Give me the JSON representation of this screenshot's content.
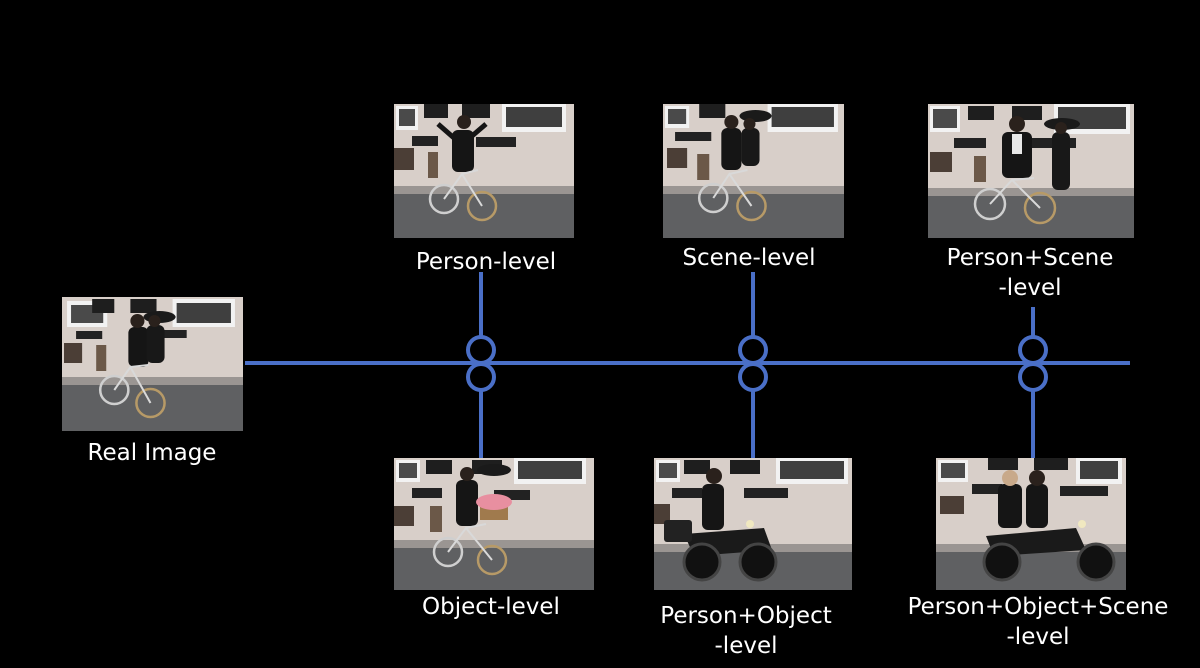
{
  "colors": {
    "background": "#000000",
    "connector": "#4a6fc7",
    "label": "#ffffff"
  },
  "nodes": {
    "real": {
      "label": "Real Image",
      "label2": "",
      "image": "bicycle-two-people-umbrella"
    },
    "person": {
      "label": "Person-level",
      "label2": "",
      "image": "bicycle-one-person-waving"
    },
    "scene": {
      "label": "Scene-level",
      "label2": "",
      "image": "bicycle-two-people-umbrella-riverside-lane"
    },
    "person_scene": {
      "label": "Person+Scene",
      "label2": "-level",
      "image": "bicycle-two-people-standing"
    },
    "object": {
      "label": "Object-level",
      "label2": "",
      "image": "bicycle-flower-basket"
    },
    "person_object": {
      "label": "Person+Object",
      "label2": "-level",
      "image": "motorcycle-one-rider"
    },
    "person_object_scene": {
      "label": "Person+Object+Scene",
      "label2": "-level",
      "image": "motorcycle-two-riders"
    }
  }
}
